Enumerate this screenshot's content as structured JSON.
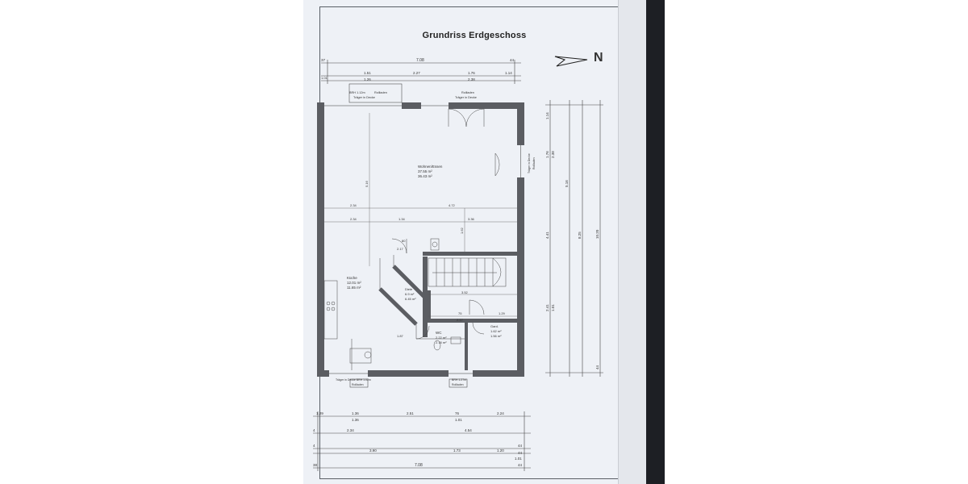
{
  "title": "Grundriss Erdgeschoss",
  "north": "N",
  "top_dims": {
    "row1": [
      "37",
      "7.08",
      "44"
    ],
    "row2": [
      "1.51",
      "2.27",
      "1.76",
      "1.14"
    ],
    "row3": [
      "1.01",
      "1.26",
      "2.38"
    ]
  },
  "window_labels": {
    "top_left": "BRH 1.12m",
    "top_left_2": "Rollladen",
    "top_mid": "Rollladen",
    "top_mid_2": "Träger in Decke",
    "top_left_3": "Träger in Decke",
    "bottom_left": "Träger in Decke  BRH 1.02m",
    "bottom_left_2": "Rollladen",
    "bottom_mid": "BRH 1.27m",
    "bottom_mid_2": "Rollladen",
    "right": "Träger in Decke",
    "right_2": "Rollladen"
  },
  "rooms": {
    "wohnen": {
      "name": "Wohnen/Essen",
      "area1": "37.55 m²",
      "area2": "36.43 m²"
    },
    "kueche": {
      "name": "Küche",
      "area1": "12.01 m²",
      "area2": "11.65 m²"
    },
    "diele": {
      "name": "Diele",
      "area1": "6.9 m²",
      "area2": "6.45 m²"
    },
    "wc": {
      "name": "WC",
      "area1": "2.22 m²",
      "area2": "2.15 m²"
    },
    "gard": {
      "name": "Gard.",
      "area1": "1.62 m²",
      "area2": "1.56 m²"
    }
  },
  "interior_dims": [
    "2.34",
    "4.72",
    "2.34",
    "1.34",
    "3.36",
    "1.62",
    "5.16",
    "2.17",
    "3.52",
    "2.17",
    "1.29",
    "1.87",
    "80",
    "75"
  ],
  "right_dims": [
    "1.14",
    "1.76",
    "2.38",
    "5.16",
    "4.41",
    "2.41",
    "1.01",
    "8.25",
    "10.20",
    "44"
  ],
  "bottom_dims": {
    "row1": [
      "1.29",
      "1.36",
      "2.51",
      "76",
      "2.24"
    ],
    "row2": [
      "1.36",
      "1.01"
    ],
    "row3": [
      "4",
      "2.34",
      "4.54"
    ],
    "row4": [
      "4",
      "3.90",
      "1.73",
      "1.20",
      "44"
    ],
    "row5": [
      "1.01",
      "44"
    ],
    "row6": [
      "38",
      "7.08",
      "44"
    ]
  }
}
